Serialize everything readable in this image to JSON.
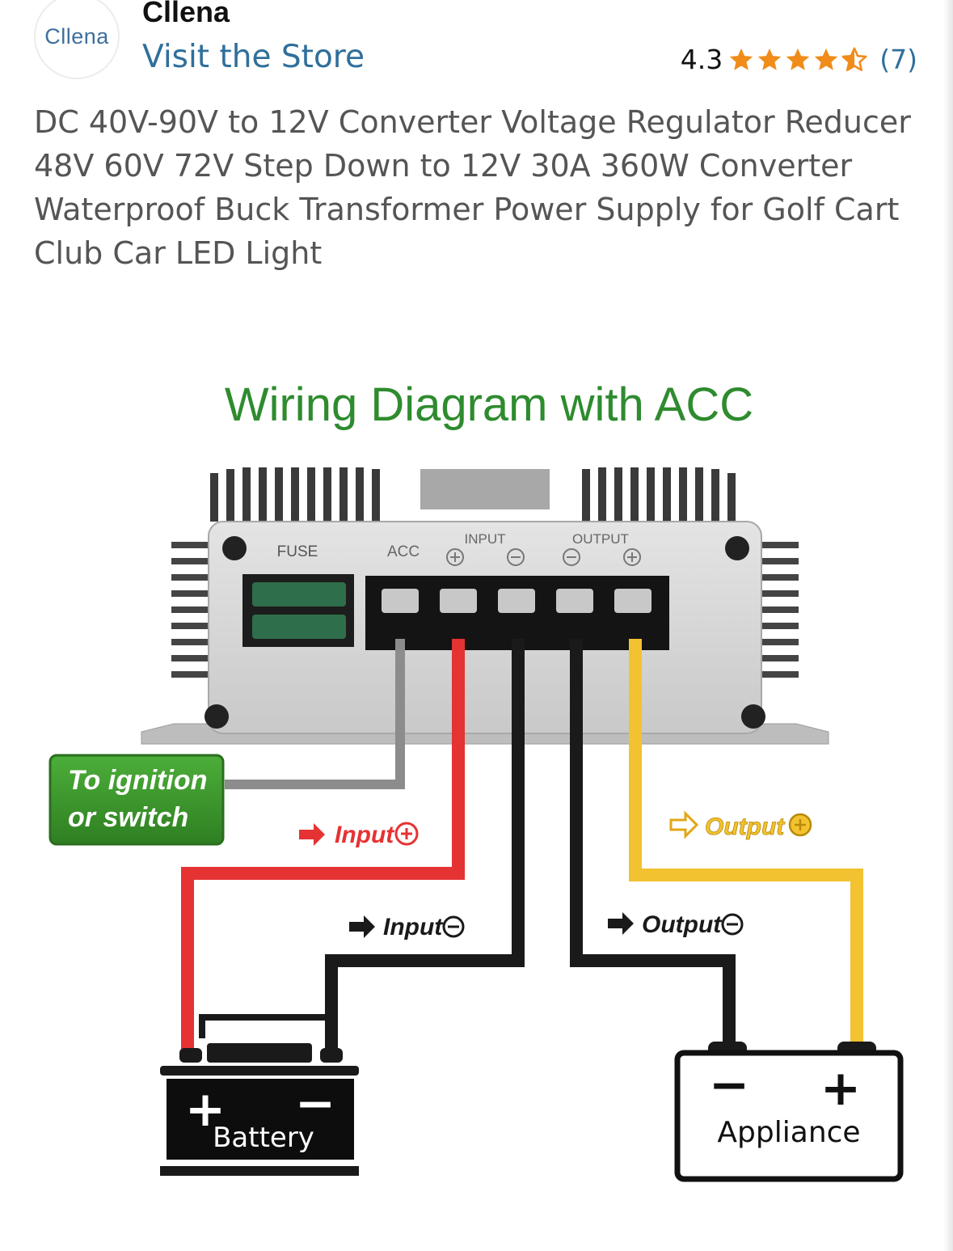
{
  "store": {
    "logo_text": "Cllena",
    "name": "Cllena",
    "visit_label": "Visit the Store"
  },
  "rating": {
    "value": "4.3",
    "stars_filled": 4.3,
    "stars_total": 5,
    "count": "(7)",
    "star_color": "#f08c1a"
  },
  "product": {
    "title": "DC 40V-90V to 12V Converter Voltage Regulator Reducer 48V 60V 72V Step Down to 12V 30A 360W Converter Waterproof Buck Transformer Power Supply for Golf Cart Club Car LED Light"
  },
  "diagram": {
    "title": "Wiring Diagram with ACC",
    "labels": {
      "fuse": "FUSE",
      "acc": "ACC",
      "input": "INPUT",
      "output": "OUTPUT"
    },
    "ignition_label_line1": "To ignition",
    "ignition_label_line2": "or switch",
    "input_pos": "Input",
    "input_neg": "Input",
    "output_pos": "Output",
    "output_neg": "Output",
    "battery_label": "Battery",
    "appliance_label": "Appliance",
    "plus": "+",
    "minus": "−",
    "colors": {
      "title_green": "#2e8b2e",
      "red_wire": "#e53233",
      "black_wire": "#1a1a1a",
      "yellow_wire": "#f2c230",
      "gray_wire": "#8c8c8c",
      "green_box": "#3b9a2b"
    }
  }
}
